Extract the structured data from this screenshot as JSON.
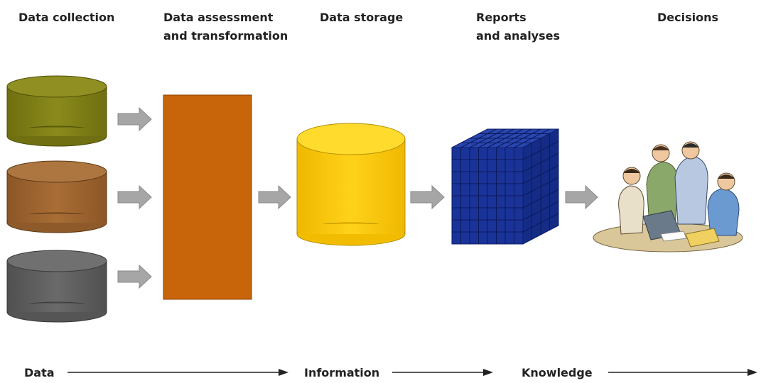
{
  "stages": {
    "collection": {
      "title": "Data collection"
    },
    "assessment": {
      "title_line1": "Data assessment",
      "title_line2": "and transformation"
    },
    "storage": {
      "title": "Data storage"
    },
    "reports": {
      "title_line1": "Reports",
      "title_line2": "and analyses"
    },
    "decisions": {
      "title": "Decisions"
    }
  },
  "progression": {
    "data": "Data",
    "information": "Information",
    "knowledge": "Knowledge"
  },
  "colors": {
    "source_1": "#7f7f16",
    "source_2": "#9e6530",
    "source_3": "#5f5f5f",
    "transform_block": "#c8650a",
    "storage_cylinder": "#ffcc00",
    "cube": "#1a3399",
    "flow_arrow": "#a6a6a6",
    "progression_line": "#222222"
  },
  "icons": {
    "decisions_image": "people-meeting-illustration"
  }
}
